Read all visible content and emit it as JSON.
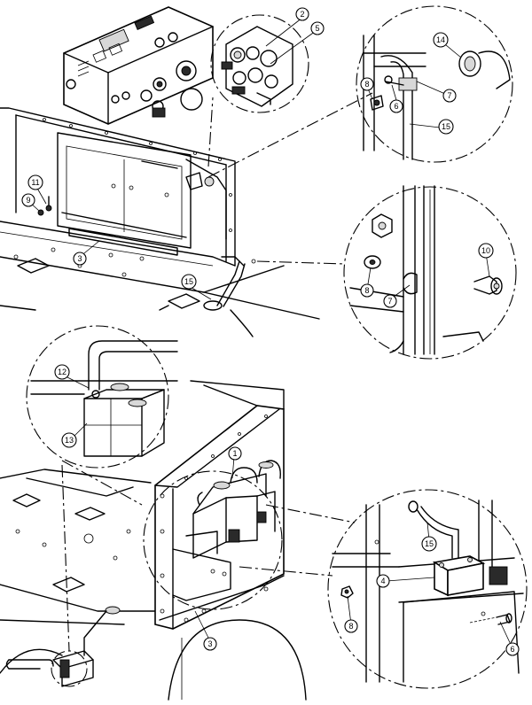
{
  "callouts": {
    "c2": "2",
    "c5": "5",
    "c14": "14",
    "c8a": "8",
    "c6a": "6",
    "c7a": "7",
    "c15a": "15",
    "c11": "11",
    "c9": "9",
    "c3a": "3",
    "c15b": "15",
    "c10": "10",
    "c8b": "8",
    "c7b": "7",
    "c12": "12",
    "c13": "13",
    "c1": "1",
    "c4": "4",
    "c15c": "15",
    "c8c": "8",
    "c3b": "3",
    "c6b": "6"
  },
  "colors": {
    "line": "#000000",
    "background": "#ffffff",
    "shade": "#d8d8d8"
  }
}
